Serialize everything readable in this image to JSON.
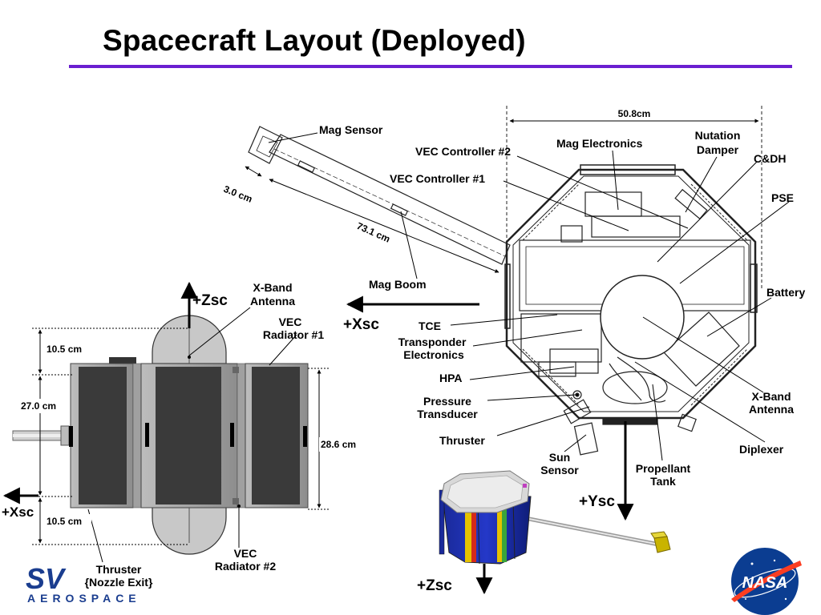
{
  "title": "Spacecraft Layout (Deployed)",
  "colors": {
    "title_rule": "#6a1fd0",
    "panel": "#3a3a3a",
    "nasa_blue": "#0b3d91",
    "nasa_red": "#fc3d21",
    "sv_blue": "#1a3d8f"
  },
  "dimensions": {
    "width_top": "50.8cm",
    "boom_width": "3.0 cm",
    "boom_length": "73.1 cm",
    "top_section": "10.5 cm",
    "mid_section": "27.0 cm",
    "bottom_section": "10.5 cm",
    "panel_height": "28.6 cm"
  },
  "labels": {
    "mag_sensor": "Mag Sensor",
    "vec_controller_2": "VEC Controller #2",
    "vec_controller_1": "VEC Controller #1",
    "mag_electronics": "Mag Electronics",
    "nutation_damper": [
      "Nutation",
      "Damper"
    ],
    "cdh": "C&DH",
    "pse": "PSE",
    "battery": "Battery",
    "mag_boom": "Mag Boom",
    "tce": "TCE",
    "transponder_electronics": [
      "Transponder",
      "Electronics"
    ],
    "hpa": "HPA",
    "pressure_transducer": [
      "Pressure",
      "Transducer"
    ],
    "thruster": "Thruster",
    "sun_sensor": [
      "Sun",
      "Sensor"
    ],
    "propellant_tank": [
      "Propellant",
      "Tank"
    ],
    "xband_antenna_right": [
      "X-Band",
      "Antenna"
    ],
    "diplexer": "Diplexer",
    "xband_antenna_left": [
      "X-Band",
      "Antenna"
    ],
    "vec_radiator_1": [
      "VEC",
      "Radiator #1"
    ],
    "vec_radiator_2": [
      "VEC",
      "Radiator #2"
    ],
    "thruster_nozzle": [
      "Thruster",
      "{Nozzle Exit}"
    ]
  },
  "axes": {
    "zsc_up": "+Zsc",
    "xsc_mid": "+Xsc",
    "xsc_left": "+Xsc",
    "ysc": "+Ysc",
    "zsc_down": "+Zsc"
  },
  "logos": {
    "sv": "SV",
    "aerospace": "AEROSPACE",
    "nasa": "NASA"
  }
}
